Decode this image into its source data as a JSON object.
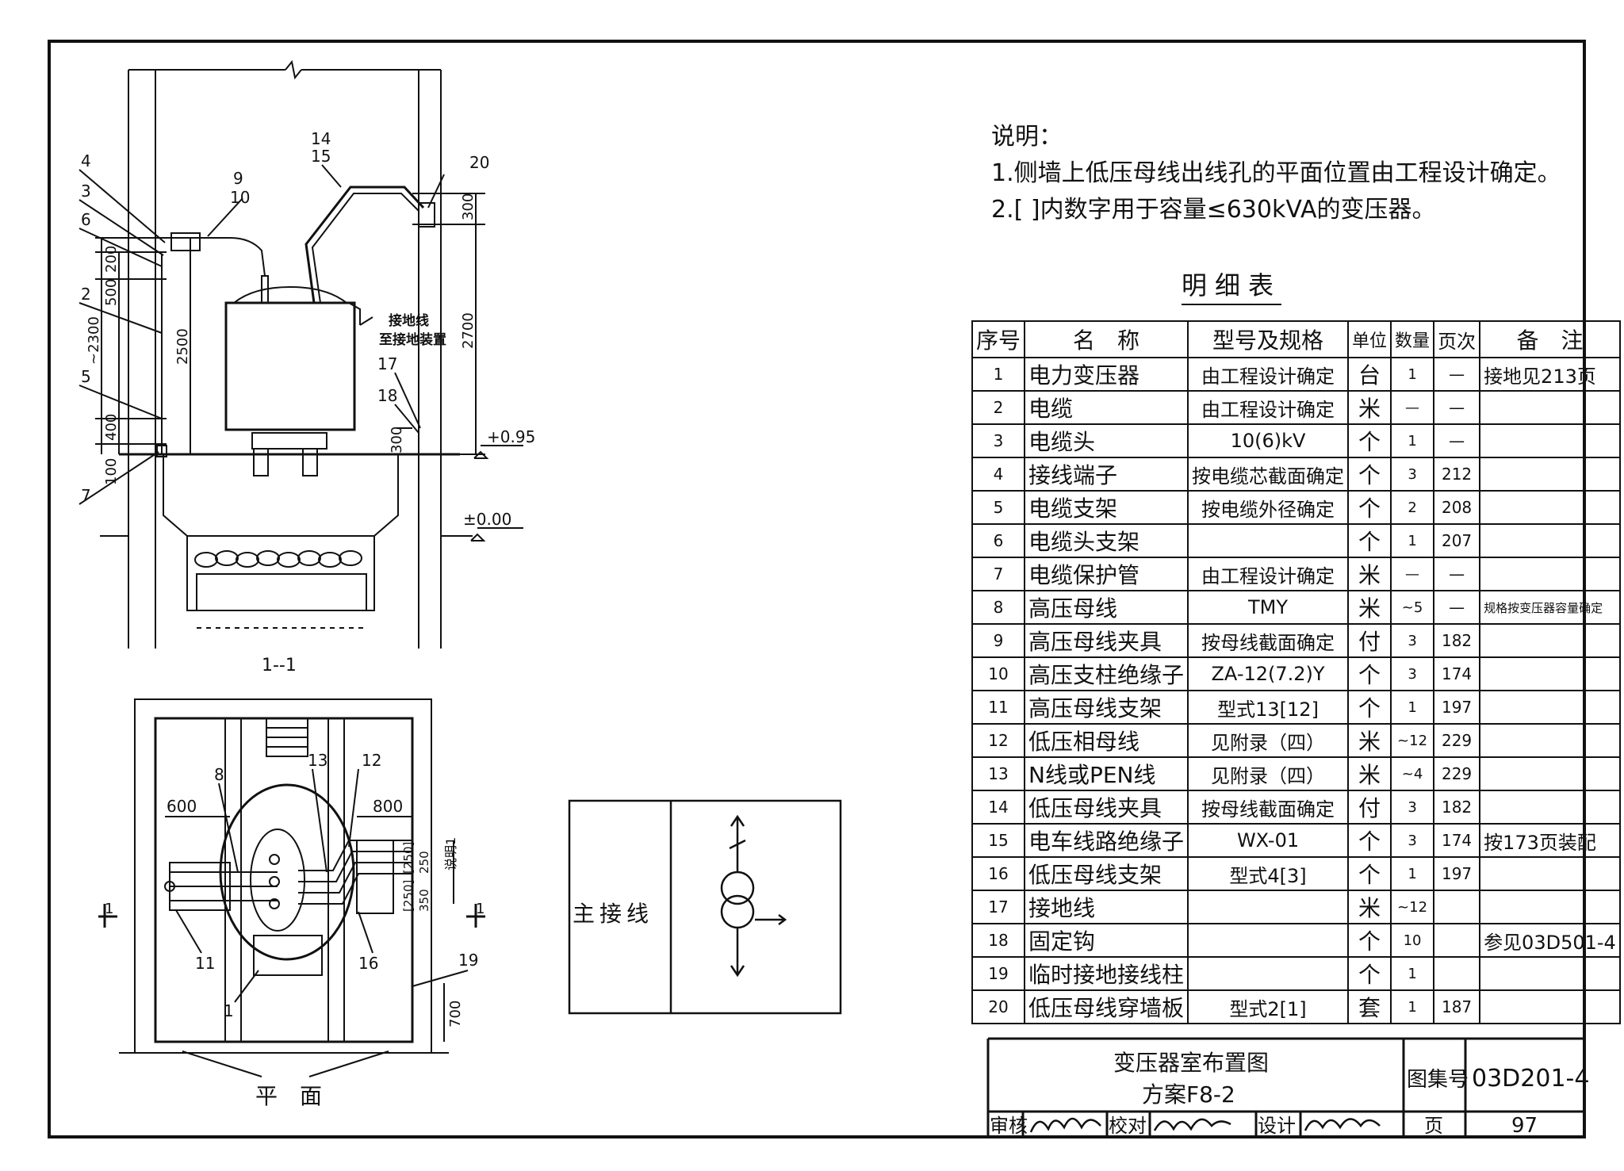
{
  "notes": {
    "heading": "说明：",
    "line1": "1.侧墙上低压母线出线孔的平面位置由工程设计确定。",
    "line2": "2.[ ]内数字用于容量≤630kVA的变压器。"
  },
  "table": {
    "title": "明细表",
    "headers": [
      "序号",
      "名　称",
      "型号及规格",
      "单位",
      "数量",
      "页次",
      "备　注"
    ],
    "rows": [
      [
        "1",
        "电力变压器",
        "由工程设计确定",
        "台",
        "1",
        "—",
        "接地见213页"
      ],
      [
        "2",
        "电缆",
        "由工程设计确定",
        "米",
        "—",
        "—",
        ""
      ],
      [
        "3",
        "电缆头",
        "10(6)kV",
        "个",
        "1",
        "—",
        ""
      ],
      [
        "4",
        "接线端子",
        "按电缆芯截面确定",
        "个",
        "3",
        "212",
        ""
      ],
      [
        "5",
        "电缆支架",
        "按电缆外径确定",
        "个",
        "2",
        "208",
        ""
      ],
      [
        "6",
        "电缆头支架",
        "",
        "个",
        "1",
        "207",
        ""
      ],
      [
        "7",
        "电缆保护管",
        "由工程设计确定",
        "米",
        "—",
        "—",
        ""
      ],
      [
        "8",
        "高压母线",
        "TMY",
        "米",
        "~5",
        "—",
        "规格按变压器容量确定"
      ],
      [
        "9",
        "高压母线夹具",
        "按母线截面确定",
        "付",
        "3",
        "182",
        ""
      ],
      [
        "10",
        "高压支柱绝缘子",
        "ZA-12(7.2)Y",
        "个",
        "3",
        "174",
        ""
      ],
      [
        "11",
        "高压母线支架",
        "型式13[12]",
        "个",
        "1",
        "197",
        ""
      ],
      [
        "12",
        "低压相母线",
        "见附录（四）",
        "米",
        "~12",
        "229",
        ""
      ],
      [
        "13",
        "N线或PEN线",
        "见附录（四）",
        "米",
        "~4",
        "229",
        ""
      ],
      [
        "14",
        "低压母线夹具",
        "按母线截面确定",
        "付",
        "3",
        "182",
        ""
      ],
      [
        "15",
        "电车线路绝缘子",
        "WX-01",
        "个",
        "3",
        "174",
        "按173页装配"
      ],
      [
        "16",
        "低压母线支架",
        "型式4[3]",
        "个",
        "1",
        "197",
        ""
      ],
      [
        "17",
        "接地线",
        "",
        "米",
        "~12",
        "",
        ""
      ],
      [
        "18",
        "固定钩",
        "",
        "个",
        "10",
        "",
        "参见03D501-4"
      ],
      [
        "19",
        "临时接地接线柱",
        "",
        "个",
        "1",
        "",
        ""
      ],
      [
        "20",
        "低压母线穿墙板",
        "型式2[1]",
        "套",
        "1",
        "187",
        ""
      ]
    ]
  },
  "titleblock": {
    "title1": "变压器室布置图",
    "title2": "方案F8-2",
    "atlas_label": "图集号",
    "atlas_no": "03D201-4",
    "review": "审核",
    "check": "校对",
    "design": "设计",
    "page_label": "页",
    "page_no": "97"
  },
  "elevation": {
    "section_title": "1--1",
    "callouts": [
      "4",
      "3",
      "6",
      "2",
      "5",
      "7",
      "9",
      "10",
      "14",
      "15",
      "20",
      "17",
      "18"
    ],
    "dims": [
      "200",
      "500",
      "~2300",
      "400",
      "100",
      "2500",
      "300",
      "2700",
      "300"
    ],
    "ground_label_1": "接地线",
    "ground_label_2": "至接地装置",
    "level_1": "+0.95",
    "level_2": "±0.00"
  },
  "plan": {
    "title": "平　面",
    "callouts": [
      "8",
      "13",
      "12",
      "11",
      "16",
      "1",
      "19",
      "1",
      "1"
    ],
    "dims": [
      "600",
      "800",
      "[250]",
      "250",
      "[250]",
      "350",
      "700"
    ],
    "note": "说明1"
  },
  "wiring": {
    "label": "主接线"
  }
}
